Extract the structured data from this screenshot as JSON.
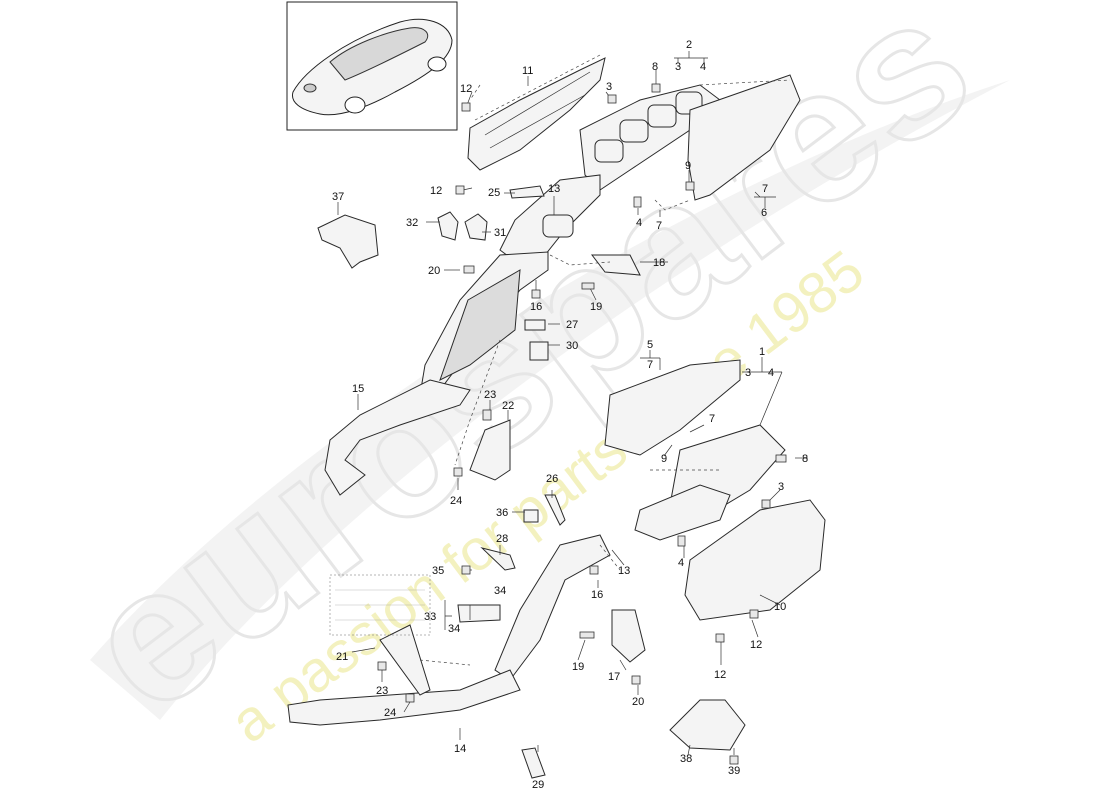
{
  "watermark": {
    "brand": "eurospares",
    "tagline": "a passion for parts since 1985"
  },
  "callouts": {
    "c1": "1",
    "c2": "2",
    "c3": "3",
    "c4": "4",
    "c5": "5",
    "c6": "6",
    "c7": "7",
    "c8": "8",
    "c9": "9",
    "c10": "10",
    "c11": "11",
    "c12": "12",
    "c13": "13",
    "c14": "14",
    "c15": "15",
    "c16": "16",
    "c17": "17",
    "c18": "18",
    "c19": "19",
    "c20": "20",
    "c21": "21",
    "c22": "22",
    "c23": "23",
    "c24": "24",
    "c25": "25",
    "c26": "26",
    "c27": "27",
    "c28": "28",
    "c29": "29",
    "c30": "30",
    "c31": "31",
    "c32": "32",
    "c33": "33",
    "c34": "34",
    "c35": "35",
    "c36": "36",
    "c37": "37",
    "c38": "38",
    "c39": "39"
  }
}
